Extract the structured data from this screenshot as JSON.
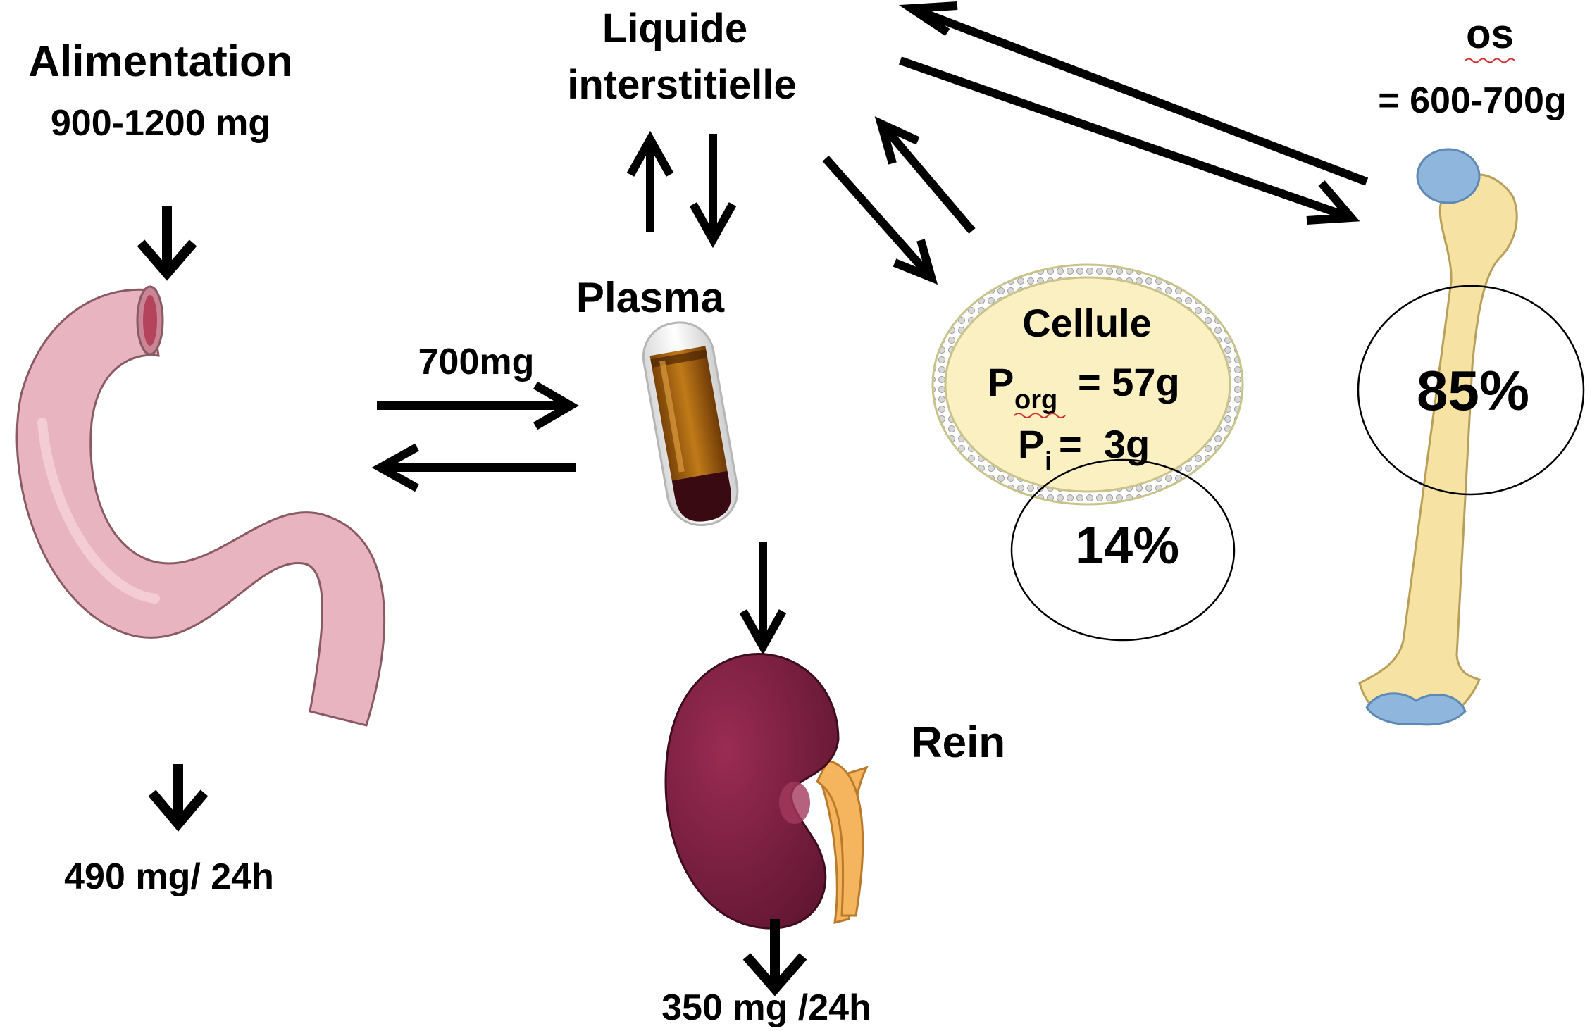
{
  "labels": {
    "alimentation_title": "Alimentation",
    "alimentation_value": "900-1200 mg",
    "liquide_line1": "Liquide",
    "liquide_line2": "interstitielle",
    "os_title": "os",
    "os_value": "= 600-700g",
    "plasma": "Plasma",
    "flux_intestin_plasma": "700mg",
    "cellule_title": "Cellule",
    "cellule_porg_symbol": "P",
    "cellule_porg_sub": "org",
    "cellule_porg_value": "= 57g",
    "cellule_pi_symbol": "P",
    "cellule_pi_sub": "i",
    "cellule_pi_value": "=  3g",
    "cellule_percent": "14%",
    "os_percent": "85%",
    "rein": "Rein",
    "excretion_feces": "490 mg/ 24h",
    "excretion_urine": "350 mg /24h"
  },
  "colors": {
    "intestine_fill": "#e8b4bf",
    "intestine_stroke": "#8a5a63",
    "bone_fill": "#f6e2a3",
    "bone_cartilage": "#8fb6dd",
    "cell_fill": "#fbf0c2",
    "cell_membrane": "#c9c38a",
    "kidney_fill": "#7d2140",
    "ureter_fill": "#f5b55f",
    "plasma_fill": "#a4630d",
    "blood_fill": "#3a0a12"
  }
}
